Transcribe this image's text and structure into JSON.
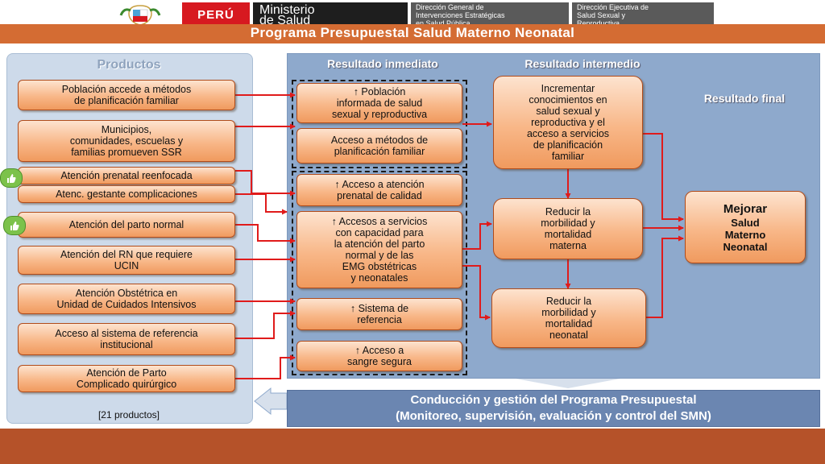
{
  "header": {
    "country": "PERÚ",
    "ministry": "Ministerio\nde Salud",
    "direction_1": "Dirección General de\nIntervenciones Estratégicas\nen Salud Pública",
    "direction_2": "Dirección Ejecutiva de\nSalud Sexual y\nReproductiva",
    "title": "Programa Presupuestal Salud Materno Neonatal"
  },
  "columns": {
    "products": "Productos",
    "immediate": "Resultado inmediato",
    "intermediate": "Resultado intermedio",
    "final": "Resultado final"
  },
  "products": [
    "Población accede a métodos\nde  planificación familiar",
    "Municipios,\ncomunidades, escuelas y\nfamilias promueven SSR",
    "Atención prenatal reenfocada",
    "Atenc. gestante complicaciones",
    "Atención del parto normal",
    "Atención del RN que requiere\nUCIN",
    "Atención Obstétrica en\nUnidad de Cuidados Intensivos",
    "Acceso al sistema de referencia\ninstitucional",
    "Atención de Parto\nComplicado quirúrgico"
  ],
  "products_count": "[21 productos]",
  "immediate_results": [
    "↑ Población\ninformada de salud\nsexual y reproductiva",
    "Acceso a métodos de\nplanificación familiar",
    "↑ Acceso a atención\nprenatal de calidad",
    "↑ Accesos a servicios\ncon capacidad para\nla atención del parto\nnormal y de las\nEMG obstétricas\ny neonatales",
    "↑ Sistema de\nreferencia",
    "↑ Acceso a\nsangre segura"
  ],
  "intermediate_results": [
    "Incrementar\nconocimientos en\nsalud sexual y\nreproductiva y el\nacceso a servicios\nde planificación\nfamiliar",
    "Reducir la\nmorbilidad y\nmortalidad\nmaterna",
    "Reducir la\nmorbilidad y\nmortalidad\nneonatal"
  ],
  "final_result": {
    "line1": "Mejorar",
    "line2": "Salud\nMaterno\nNeonatal"
  },
  "bottom_bar": "Conducción y gestión del Programa Presupuestal\n(Monitoreo, supervisión, evaluación y control del SMN)",
  "colors": {
    "accent_orange": "#d46c33",
    "footer": "#b55229",
    "arrow_red": "#e01b1b",
    "panel_blue": "#8ea9cc",
    "peru_red": "#d71920"
  }
}
